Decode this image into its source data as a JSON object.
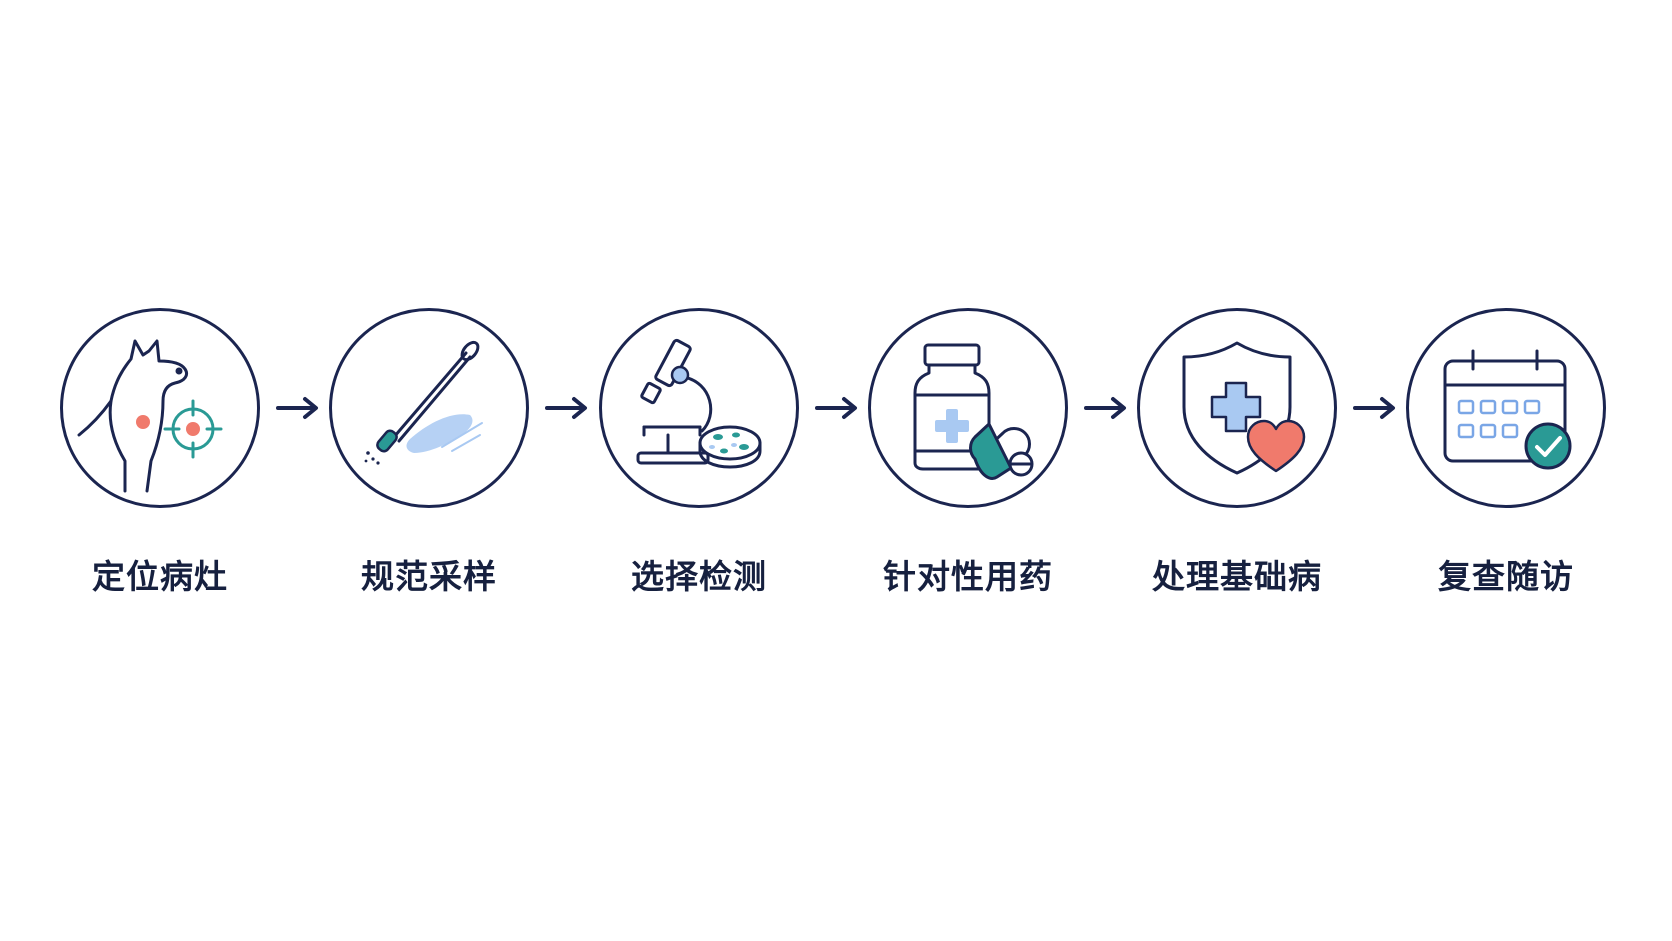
{
  "steps": [
    {
      "label": "定位病灶",
      "icon": "dog-lesion-target-icon"
    },
    {
      "label": "规范采样",
      "icon": "swab-sample-icon"
    },
    {
      "label": "选择检测",
      "icon": "microscope-petri-dish-icon"
    },
    {
      "label": "针对性用药",
      "icon": "medicine-bottle-pills-icon"
    },
    {
      "label": "处理基础病",
      "icon": "shield-heart-icon"
    },
    {
      "label": "复查随访",
      "icon": "calendar-check-icon"
    }
  ],
  "colors": {
    "stroke": "#1b2550",
    "teal": "#2a9a95",
    "coral": "#f07a6c",
    "light_blue": "#a9c9f2",
    "label": "#16203f"
  }
}
